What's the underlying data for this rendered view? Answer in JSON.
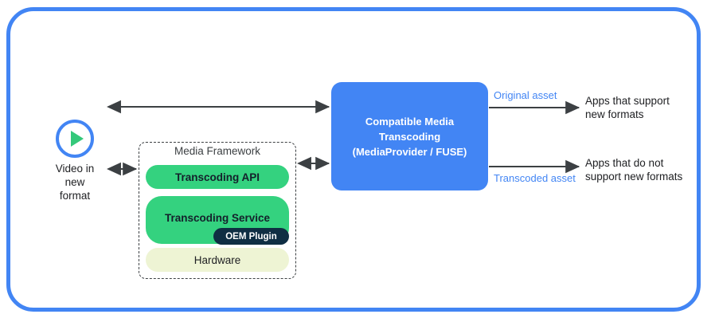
{
  "diagram": {
    "frame_color": "#4285f4",
    "source": {
      "icon": "play-circle-icon",
      "label": "Video in\nnew\nformat"
    },
    "media_framework": {
      "title": "Media Framework",
      "items": [
        {
          "label": "Transcoding API",
          "color": "#34d27f"
        },
        {
          "label": "Transcoding Service",
          "color": "#34d27f"
        },
        {
          "label": "OEM Plugin",
          "color": "#0f2e43"
        },
        {
          "label": "Hardware",
          "color": "#eef4d4"
        }
      ]
    },
    "central": {
      "label": "Compatible Media\nTranscoding\n(MediaProvider / FUSE)",
      "color": "#4285f4"
    },
    "edges": {
      "original_asset": "Original asset",
      "transcoded_asset": "Transcoded asset"
    },
    "consumers": [
      {
        "label": "Apps that support\nnew formats"
      },
      {
        "label": "Apps that do not\nsupport new formats"
      }
    ]
  }
}
